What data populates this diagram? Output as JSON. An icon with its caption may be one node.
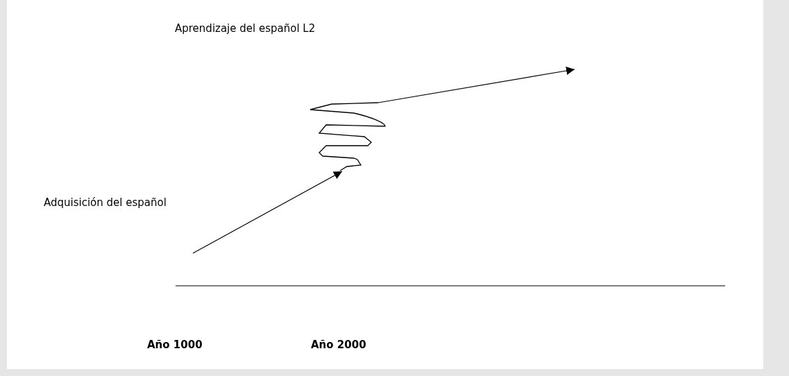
{
  "diagram": {
    "nodes": [
      {
        "text": [
          "Aprendizaje del español L2"
        ]
      },
      {
        "text": [],
        "shape": "picture"
      },
      {
        "text": [
          "Adquisición del español"
        ]
      }
    ],
    "edges": [
      {
        "from": null,
        "to": 1,
        "arrow": "to"
      },
      {
        "from": 1,
        "to": null,
        "arrow": "to"
      }
    ],
    "labels": [
      "Año 1000",
      "Año 2000"
    ]
  }
}
